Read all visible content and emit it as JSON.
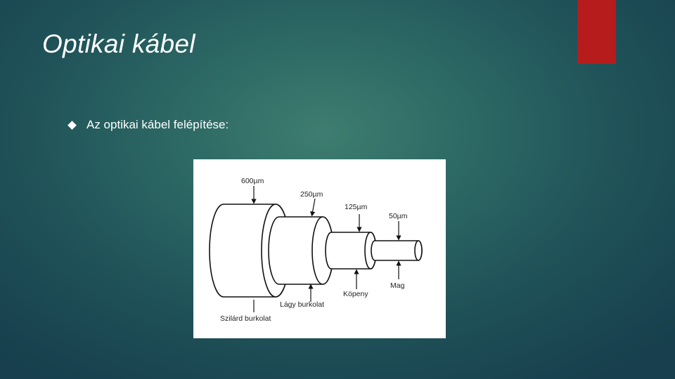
{
  "slide": {
    "title": "Optikai kábel",
    "bullet_text": "Az optikai kábel felépítése:"
  },
  "colors": {
    "accent": "#b71c1c",
    "title_text": "#ffffff"
  },
  "figure": {
    "labels": {
      "d600": "600µm",
      "d250": "250µm",
      "d125": "125µm",
      "d50": "50µm",
      "mag": "Mag",
      "kopeny": "Köpeny",
      "lagy_burkolat": "Lágy burkolat",
      "szilard_burkolat": "Szilárd burkolat"
    }
  }
}
